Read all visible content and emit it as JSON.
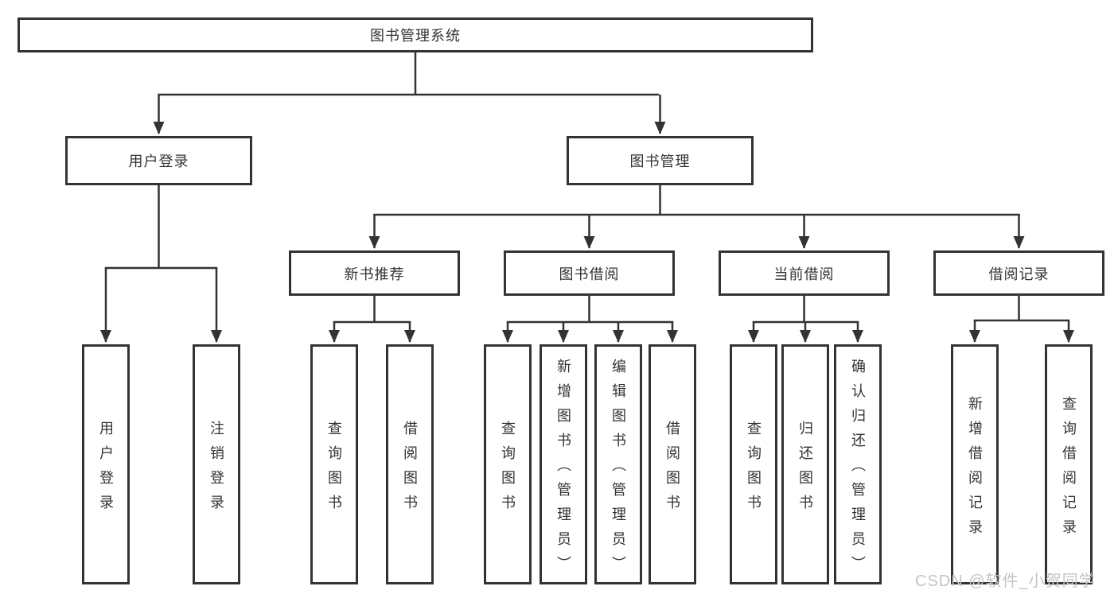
{
  "colors": {
    "line": "#333333",
    "text": "#333333",
    "background": "#ffffff",
    "watermark": "#c4c4c4"
  },
  "watermark": {
    "text": "CSDN @软件_小贺同学"
  },
  "diagram": {
    "root": {
      "label": "图书管理系统"
    },
    "branches": [
      {
        "label": "用户登录",
        "leaves": [
          {
            "label": "用户登录"
          },
          {
            "label": "注销登录"
          }
        ]
      },
      {
        "label": "图书管理",
        "children": [
          {
            "label": "新书推荐",
            "leaves": [
              {
                "label": "查询图书"
              },
              {
                "label": "借阅图书"
              }
            ]
          },
          {
            "label": "图书借阅",
            "leaves": [
              {
                "label": "查询图书"
              },
              {
                "label": "新增图书（管理员）"
              },
              {
                "label": "编辑图书（管理员）"
              },
              {
                "label": "借阅图书"
              }
            ]
          },
          {
            "label": "当前借阅",
            "leaves": [
              {
                "label": "查询图书"
              },
              {
                "label": "归还图书"
              },
              {
                "label": "确认归还（管理员）"
              }
            ]
          },
          {
            "label": "借阅记录",
            "leaves": [
              {
                "label": "新增借阅记录"
              },
              {
                "label": "查询借阅记录"
              }
            ]
          }
        ]
      }
    ]
  }
}
